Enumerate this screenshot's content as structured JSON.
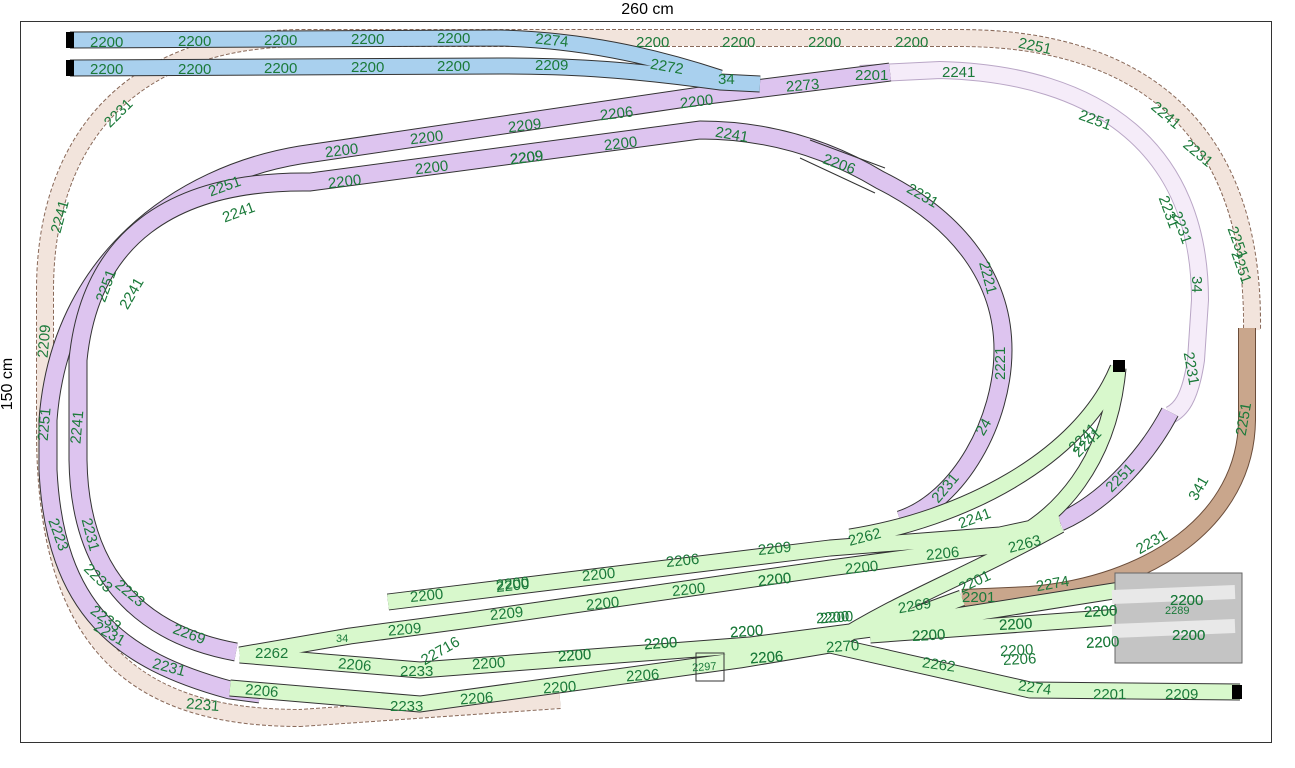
{
  "dimensions": {
    "width": "260 cm",
    "height": "150 cm"
  },
  "colors": {
    "outer_loop": "#f2e4dc",
    "outer_loop_brown": "#c9a68c",
    "light_lilac": "#f5ecf9",
    "purple_loop": "#ddc4ef",
    "blue_sidings": "#a9d0ee",
    "green_yard": "#d8f8cc",
    "gray_platform": "#c4c4c4",
    "label": "#1b7a3a"
  },
  "labels": {
    "t01": "2200",
    "t02": "2200",
    "t03": "2200",
    "t04": "2200",
    "t05": "2200",
    "t06": "2274",
    "t07": "2200",
    "t08": "2200",
    "t09": "2200",
    "t10": "2200",
    "t11": "2200",
    "t12": "2209",
    "t13": "2272",
    "t14": "34",
    "t15": "2273",
    "t16": "2201",
    "t17": "2241",
    "t18": "2251",
    "t19": "2200",
    "t20": "2200",
    "t21": "2200",
    "t22": "2200",
    "t23": "2231",
    "t24": "2241",
    "t25": "2209",
    "t26": "2231",
    "t27": "2251",
    "t28": "2209",
    "t29": "2206",
    "t30": "2200",
    "t31": "2200",
    "t32": "2200",
    "t33": "2209",
    "t34": "2241",
    "t35": "2200",
    "t36": "2200",
    "t37": "2209",
    "t38": "2200",
    "t39": "2241",
    "t40": "2206",
    "t41": "2251",
    "t42": "2241",
    "t43": "2231",
    "t44": "2251",
    "t45": "2241",
    "t46": "2221",
    "t47": "2221",
    "t48": "24",
    "t49": "2231",
    "t50": "2241",
    "t51": "2251",
    "t52": "2231",
    "t53": "34",
    "t54": "2231",
    "t55": "2251",
    "t56": "2251",
    "t57": "341",
    "t58": "2231",
    "t59": "2274",
    "t60": "2201",
    "t61": "2209",
    "t62": "2251",
    "t63": "2251",
    "t64": "2241",
    "t65": "2231",
    "t66": "2231",
    "t67": "2223",
    "t68": "2233",
    "t69": "2223",
    "t70": "2233",
    "t71": "2231",
    "t72": "2231",
    "t73": "2269",
    "t74": "2262",
    "t75": "2206",
    "t76": "2206",
    "t77": "2233",
    "t78": "2233",
    "t79": "22716",
    "t80": "34",
    "t81": "2209",
    "t82": "2231",
    "t83": "2200",
    "t84": "2200",
    "t85": "2200",
    "t86": "2200",
    "t87": "2209",
    "t88": "2262",
    "t89": "2206",
    "t90": "2200",
    "t91": "2209",
    "t92": "2200",
    "t93": "2200",
    "t94": "2200",
    "t95": "2200",
    "t96": "2206",
    "t97": "2263",
    "t98": "2241",
    "t99": "2241",
    "u01": "2200",
    "u02": "2200",
    "u03": "2200",
    "u04": "2200",
    "u05": "2269",
    "u06": "2201",
    "u07": "2200",
    "u08": "2200",
    "u09": "2200",
    "u10": "2200",
    "u11": "2206",
    "u12": "2206",
    "u13": "2200",
    "u14": "2206",
    "u15": "2200",
    "u16": "2297",
    "u17": "2270",
    "u18": "2200",
    "u19": "2200",
    "u20": "2200",
    "u21": "2200",
    "u22": "2262",
    "u23": "2206",
    "u24": "2200",
    "u25": "2274",
    "u26": "2201",
    "u27": "2209",
    "u28": "2200",
    "u29": "2200",
    "u30": "2289",
    "u31": "2200",
    "u32": "2200",
    "u33": "2200",
    "u34": "2200",
    "u35": "2206",
    "u36": "2200",
    "u37": "2200",
    "u38": "2200"
  }
}
